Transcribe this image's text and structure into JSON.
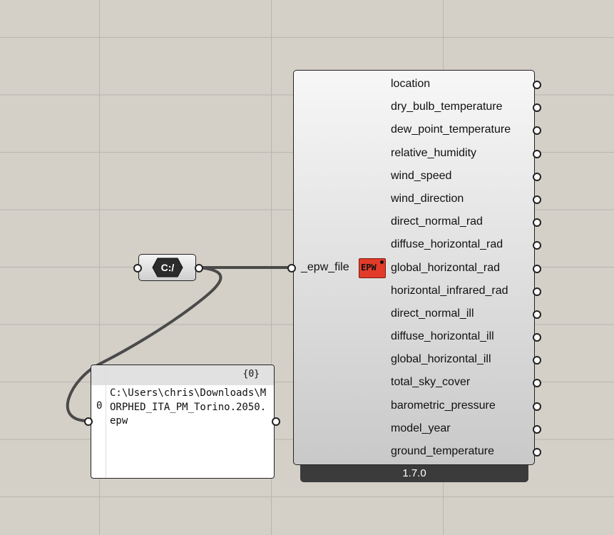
{
  "path_component": {
    "icon": "file-path-icon",
    "label": "C:/"
  },
  "panel": {
    "branch": "{0}",
    "index": "0",
    "text": "C:\\Users\\chris\\Downloads\\MORPHED_ITA_PM_Torino.2050.epw"
  },
  "import_epw": {
    "input_label": "_epw_file",
    "icon_text": "EPW",
    "version": "1.7.0",
    "outputs": [
      "location",
      "dry_bulb_temperature",
      "dew_point_temperature",
      "relative_humidity",
      "wind_speed",
      "wind_direction",
      "direct_normal_rad",
      "diffuse_horizontal_rad",
      "global_horizontal_rad",
      "horizontal_infrared_rad",
      "direct_normal_ill",
      "diffuse_horizontal_ill",
      "global_horizontal_ill",
      "total_sky_cover",
      "barometric_pressure",
      "model_year",
      "ground_temperature"
    ]
  },
  "colors": {
    "canvas": "#d4d0c8",
    "grid": "#b9b6af",
    "epw_icon": "#e23b2a",
    "version_bar": "#3b3b3b"
  }
}
